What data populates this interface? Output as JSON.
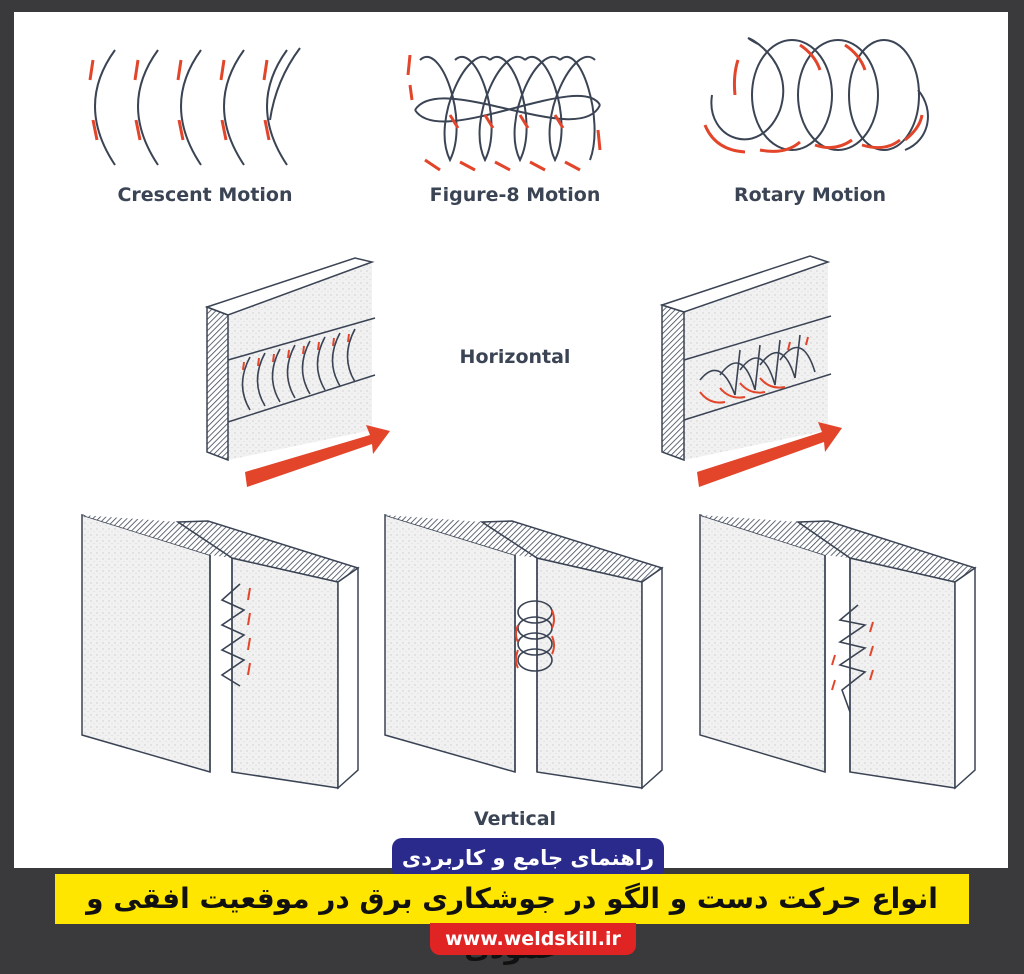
{
  "labels": {
    "crescent": "Crescent Motion",
    "figure8": "Figure-8 Motion",
    "rotary": "Rotary Motion",
    "horizontal": "Horizontal",
    "vertical": "Vertical"
  },
  "banner": {
    "subtitle": "راهنمای جامع و کاربردی",
    "title": "انواع حرکت دست و الگو در جوشکاری برق در موقعیت افقی و عمودی",
    "url": "www.weldskill.ir"
  },
  "colors": {
    "frame": "#3a3a3c",
    "panel": "#ffffff",
    "line": "#3b4454",
    "arrow": "#e2452a",
    "banner_yellow": "#ffe600",
    "pill_blue": "#2a2a8c",
    "url_red": "#e02424"
  }
}
